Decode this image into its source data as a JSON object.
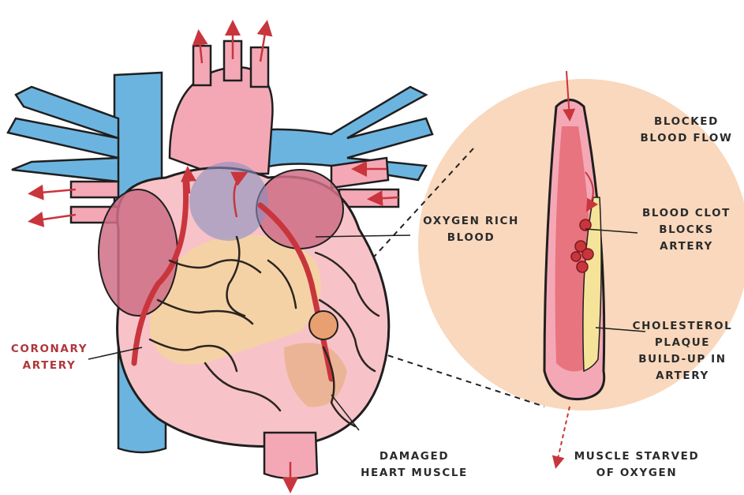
{
  "labels": {
    "oxygen_rich_blood": [
      "OXYGEN RICH",
      "BLOOD"
    ],
    "blocked_blood_flow": [
      "BLOCKED",
      "BLOOD FLOW"
    ],
    "blood_clot": [
      "BLOOD CLOT",
      "BLOCKS",
      "ARTERY"
    ],
    "cholesterol": [
      "CHOLESTEROL",
      "PLAQUE",
      "BUILD-UP IN",
      "ARTERY"
    ],
    "coronary_artery": [
      "CORONARY",
      "ARTERY"
    ],
    "damaged_muscle": [
      "DAMAGED",
      "HEART MUSCLE"
    ],
    "muscle_starved": [
      "MUSCLE STARVED",
      "OF OXYGEN"
    ]
  },
  "colors": {
    "vein_blue": "#6cb4e0",
    "heart_pink": "#f7c3c8",
    "chamber_rose": "#cf6e86",
    "artery_red": "#c9353c",
    "plaque_yellow": "#f6e39a",
    "zoom_peach": "#f9d8bd",
    "outline": "#1f1f1f"
  }
}
